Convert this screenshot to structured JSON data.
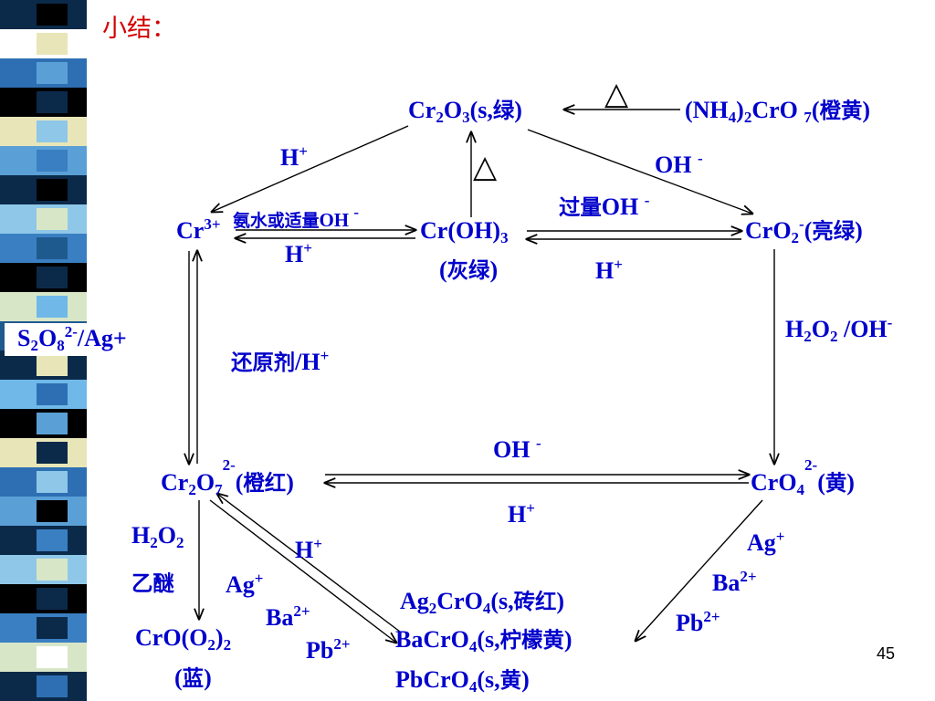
{
  "slide": {
    "title": "小结：",
    "page_number": "45",
    "sidebar_stripe_colors": [
      "#0b2a4a",
      "#ffffff",
      "#2e6fb3",
      "#000000",
      "#e8e6b8",
      "#5aa0d6",
      "#0b2a4a",
      "#8ec7e8",
      "#3a7fc2",
      "#000000",
      "#d8e6c8",
      "#1f5a8f",
      "#0b2a4a",
      "#6fb8e8",
      "#000000",
      "#e8e6b8",
      "#2e6fb3",
      "#5aa0d6",
      "#0b2a4a",
      "#8ec7e8",
      "#000000",
      "#3a7fc2",
      "#d8e6c8",
      "#0b2a4a"
    ]
  },
  "nodes": {
    "cr2o3": {
      "html": "Cr<sub>2</sub>O<sub>3</sub>(s,<span class='cn'>绿</span>)"
    },
    "nh4_dichromate": {
      "html": "(NH<sub>4</sub>)<sub>2</sub>CrO <sub>7</sub>(<span class='cn'>橙黄</span>)"
    },
    "cr3plus": {
      "html": "Cr<sup>3+</sup>"
    },
    "croh3": {
      "html": "Cr(OH)<sub>3</sub>"
    },
    "croh3_color": {
      "html": "(<span class='cn'>灰绿</span>)"
    },
    "cro2minus": {
      "html": "CrO<sub>2</sub><sup>-</sup>(<span class='cn'>亮绿</span>)"
    },
    "peroxodisulfate": {
      "html": "S<sub>2</sub>O<sub>8</sub><sup>2-</sup>/Ag+"
    },
    "dichromate": {
      "html": "Cr<sub>2</sub>O<sub>7</sub><sup style='vertical-align:22px'>2-</sup>(<span class='cn'>橙红</span>)"
    },
    "chromate": {
      "html": "CrO<sub>4</sub><sup style='vertical-align:22px'>2-</sup>(<span class='cn'>黄</span>)"
    },
    "cro_o2_2": {
      "html": "CrO(O<sub>2</sub>)<sub>2</sub>"
    },
    "cro_o2_2_color": {
      "html": "(<span class='cn'>蓝</span>)"
    },
    "ag2cro4": {
      "html": "Ag<sub>2</sub>CrO<sub>4</sub>(s,<span class='cn'>砖红</span>)"
    },
    "bacro4": {
      "html": "BaCrO<sub>4</sub>(s,<span class='cn'>柠檬黄</span>)"
    },
    "pbcro4": {
      "html": "PbCrO<sub>4</sub>(s,<span class='cn'>黄</span>)"
    }
  },
  "labels": {
    "heat_top": "△",
    "heat_mid": "△",
    "h_plus_upper_left": {
      "html": "H<sup>+</sup>"
    },
    "oh_minus_upper_right": {
      "html": "OH <sup>-</sup>"
    },
    "ammonia_or_oh": {
      "html": "<span class='cn'>氨水或适量</span>OH <sup>-</sup>"
    },
    "h_plus_left_pair": {
      "html": "H<sup>+</sup>"
    },
    "excess_oh": {
      "html": "<span class='cn'>过量</span>OH <sup>-</sup>"
    },
    "h_plus_right_pair": {
      "html": "H<sup>+</sup>"
    },
    "h2o2_oh": {
      "html": "H<sub>2</sub>O<sub>2</sub> /OH<sup>-</sup>"
    },
    "reductant_h": {
      "html": "<span class='cn'>还原剂</span>/H<sup>+</sup>"
    },
    "oh_minus_bottom": {
      "html": "OH <sup>-</sup>"
    },
    "h_plus_bottom": {
      "html": "H<sup>+</sup>"
    },
    "h2o2_left": {
      "html": "H<sub>2</sub>O<sub>2</sub>"
    },
    "ether": {
      "html": "<span class='cn'>乙醚</span>"
    },
    "h_plus_diag": {
      "html": "H<sup>+</sup>"
    },
    "ag_plus_left": {
      "html": "Ag<sup>+</sup>"
    },
    "ba_left": {
      "html": "Ba<sup>2+</sup>"
    },
    "pb_left": {
      "html": "Pb<sup>2+</sup>"
    },
    "ag_plus_right": {
      "html": "Ag<sup>+</sup>"
    },
    "ba_right": {
      "html": "Ba<sup>2+</sup>"
    },
    "pb_right": {
      "html": "Pb<sup>2+</sup>"
    }
  }
}
